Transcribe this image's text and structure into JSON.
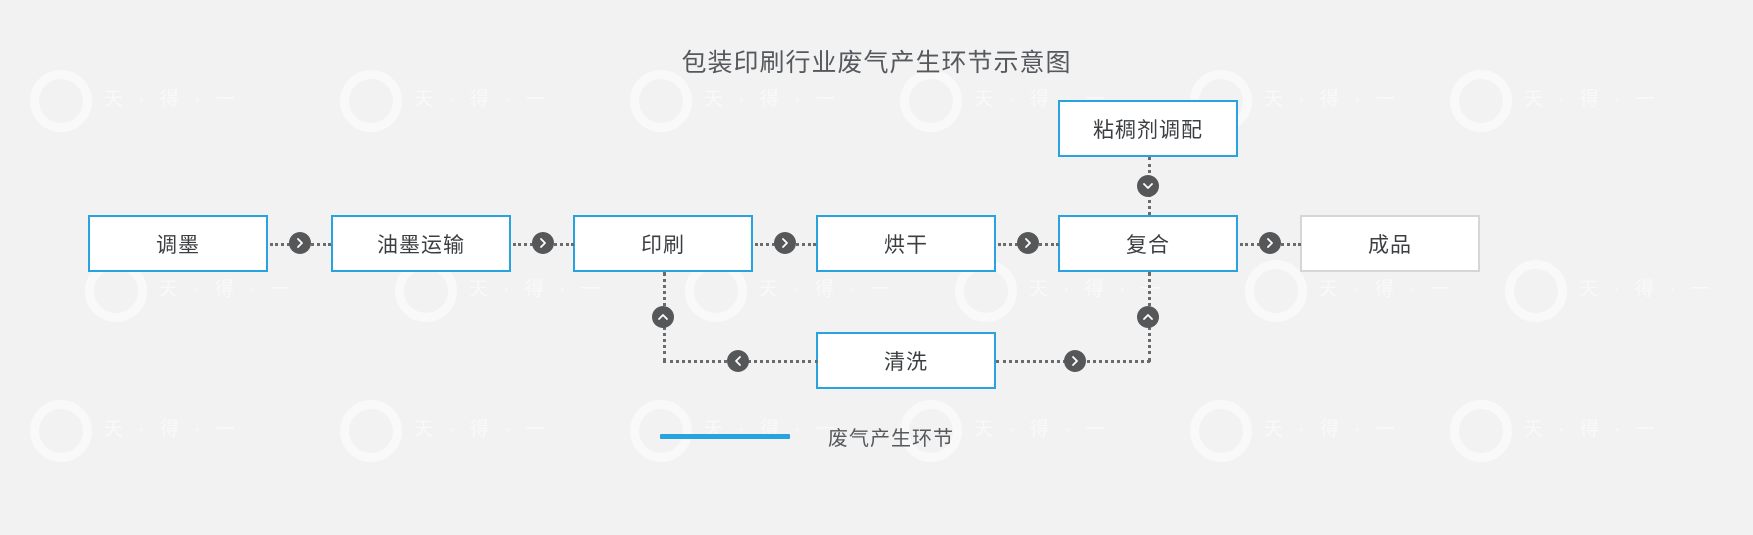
{
  "title": "包装印刷行业废气产生环节示意图",
  "colors": {
    "accent": "#29a3df",
    "plain_border": "#d6d6d6",
    "background": "#f2f2f2",
    "connector": "#6b6b6b",
    "arrow_circle": "#555759",
    "text": "#3c3f42",
    "title_text": "#55585c"
  },
  "nodes": [
    {
      "id": "tiaomo",
      "label": "调墨",
      "emission": true
    },
    {
      "id": "youmo",
      "label": "油墨运输",
      "emission": true
    },
    {
      "id": "yinshua",
      "label": "印刷",
      "emission": true
    },
    {
      "id": "henggan",
      "label": "烘干",
      "emission": true
    },
    {
      "id": "fuhe",
      "label": "复合",
      "emission": true
    },
    {
      "id": "chengpin",
      "label": "成品",
      "emission": false
    },
    {
      "id": "zhanchou",
      "label": "粘稠剂调配",
      "emission": true
    },
    {
      "id": "qingxi",
      "label": "清洗",
      "emission": true
    }
  ],
  "arrow_icons": {
    "right": "chevron-right-icon",
    "left": "chevron-left-icon",
    "up": "chevron-up-icon",
    "down": "chevron-down-icon"
  },
  "legend": {
    "label": "废气产生环节"
  },
  "watermark": {
    "text": "天 · 得 · 一"
  }
}
